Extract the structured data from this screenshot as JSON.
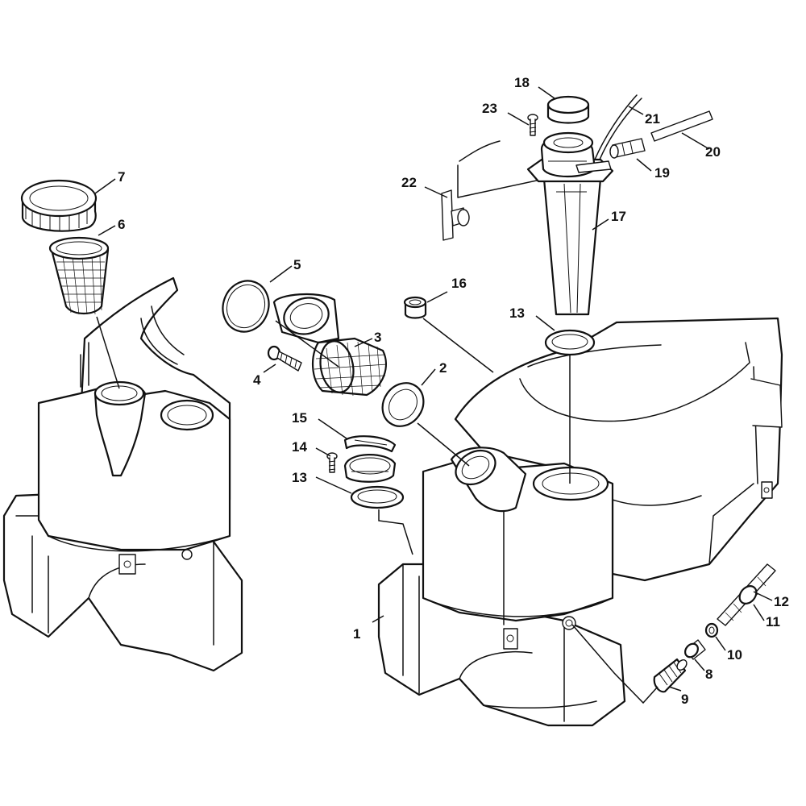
{
  "diagram": {
    "callouts": [
      {
        "id": "1",
        "name": "fuel-tank"
      },
      {
        "id": "2",
        "name": "seal-ring"
      },
      {
        "id": "3",
        "name": "filter-basket"
      },
      {
        "id": "4",
        "name": "screw"
      },
      {
        "id": "5",
        "name": "o-ring"
      },
      {
        "id": "6",
        "name": "filler-strainer"
      },
      {
        "id": "7",
        "name": "tank-cap"
      },
      {
        "id": "8",
        "name": "hose-fitting"
      },
      {
        "id": "9",
        "name": "fuel-pickup-filter"
      },
      {
        "id": "10",
        "name": "hose-clamp"
      },
      {
        "id": "11",
        "name": "fuel-hose-connector"
      },
      {
        "id": "12",
        "name": "fuel-hose"
      },
      {
        "id": "13",
        "name": "gasket"
      },
      {
        "id": "14",
        "name": "cover-screw"
      },
      {
        "id": "15",
        "name": "flap-cover"
      },
      {
        "id": "16",
        "name": "grommet"
      },
      {
        "id": "17",
        "name": "sender-tube"
      },
      {
        "id": "18",
        "name": "cap-cover"
      },
      {
        "id": "19",
        "name": "connector"
      },
      {
        "id": "20",
        "name": "line"
      },
      {
        "id": "21",
        "name": "cable"
      },
      {
        "id": "22",
        "name": "bracket"
      },
      {
        "id": "23",
        "name": "screw-top"
      }
    ]
  }
}
